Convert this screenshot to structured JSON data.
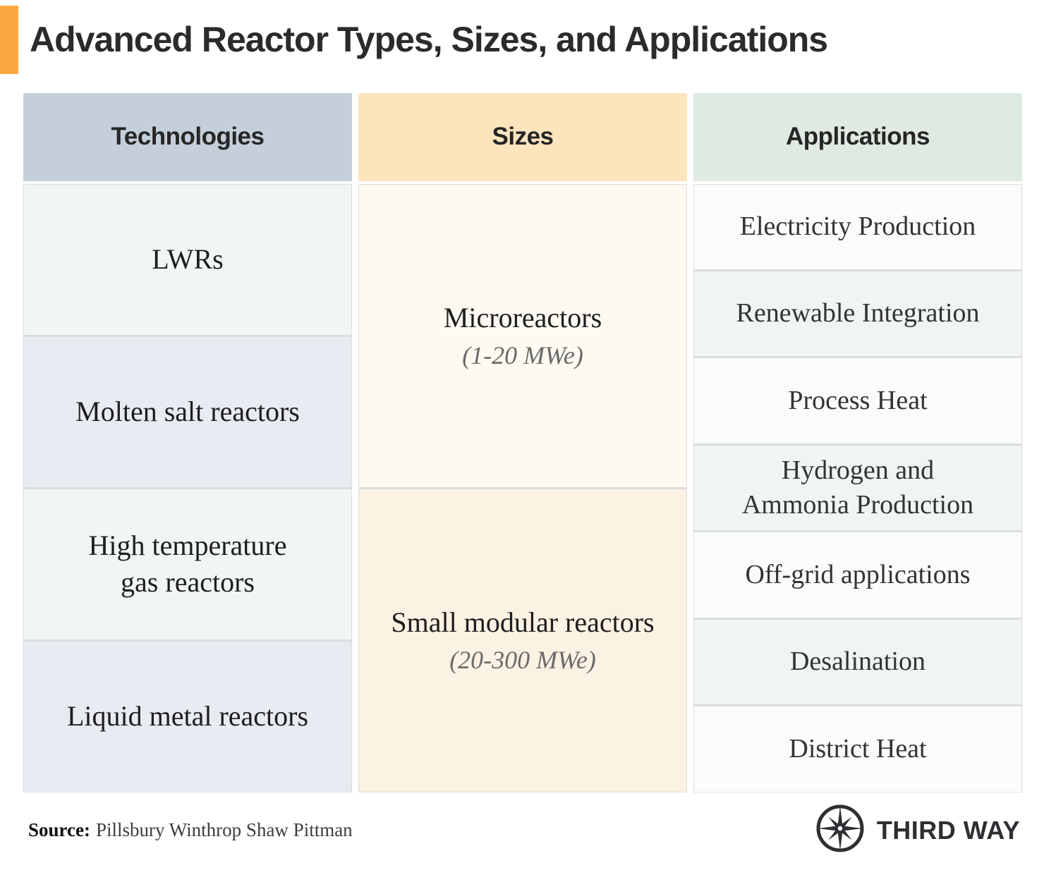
{
  "title": "Advanced Reactor Types, Sizes, and Applications",
  "colors": {
    "accent_bar": "#F9A93F",
    "title_text": "#2B2B2B",
    "divider": "#DCDCDC",
    "technologies_header_bg": "#C5CFDA",
    "sizes_header_bg": "#FCE4BD",
    "applications_header_bg": "#DFEAE1"
  },
  "table": {
    "columns": [
      {
        "header": "Technologies",
        "header_bg": "#C5CFDA",
        "cells": [
          {
            "text": "LWRs",
            "bg": "#F1F5F5"
          },
          {
            "text": "Molten salt reactors",
            "bg": "#E8EBF1"
          },
          {
            "text": "High temperature gas reactors",
            "bg": "#F1F5F5"
          },
          {
            "text": "Liquid metal reactors",
            "bg": "#E8EBF1"
          }
        ]
      },
      {
        "header": "Sizes",
        "header_bg": "#FCE4BD",
        "cells": [
          {
            "text": "Microreactors",
            "subtext": "(1-20 MWe)",
            "bg": "#FDFAF1"
          },
          {
            "text": "Small modular reactors",
            "subtext": "(20-300 MWe)",
            "bg": "#FCF2E3"
          }
        ]
      },
      {
        "header": "Applications",
        "header_bg": "#DFEAE1",
        "cells": [
          {
            "text": "Electricity Production",
            "bg": "#FAFCFB"
          },
          {
            "text": "Renewable Integration",
            "bg": "#EFF5F1"
          },
          {
            "text": "Process Heat",
            "bg": "#FAFCFB"
          },
          {
            "text": "Hydrogen and Ammonia Production",
            "bg": "#EFF5F1"
          },
          {
            "text": "Off-grid applications",
            "bg": "#FAFCFB"
          },
          {
            "text": "Desalination",
            "bg": "#EFF5F1"
          },
          {
            "text": "District Heat",
            "bg": "#FAFCFB"
          }
        ]
      }
    ]
  },
  "footer": {
    "source_label": "Source:",
    "source_text": "Pillsbury Winthrop Shaw Pittman",
    "logo_icon": "compass-star",
    "logo_text": "THIRD WAY"
  },
  "chart_data": {
    "type": "table",
    "title": "Advanced Reactor Types, Sizes, and Applications",
    "columns": [
      "Technologies",
      "Sizes",
      "Applications"
    ],
    "technologies": [
      "LWRs",
      "Molten salt reactors",
      "High temperature gas reactors",
      "Liquid metal reactors"
    ],
    "sizes": [
      {
        "name": "Microreactors",
        "range": "1-20 MWe"
      },
      {
        "name": "Small modular reactors",
        "range": "20-300 MWe"
      }
    ],
    "applications": [
      "Electricity Production",
      "Renewable Integration",
      "Process Heat",
      "Hydrogen and Ammonia Production",
      "Off-grid applications",
      "Desalination",
      "District Heat"
    ],
    "source": "Pillsbury Winthrop Shaw Pittman",
    "legend_position": "none",
    "grid": false
  }
}
